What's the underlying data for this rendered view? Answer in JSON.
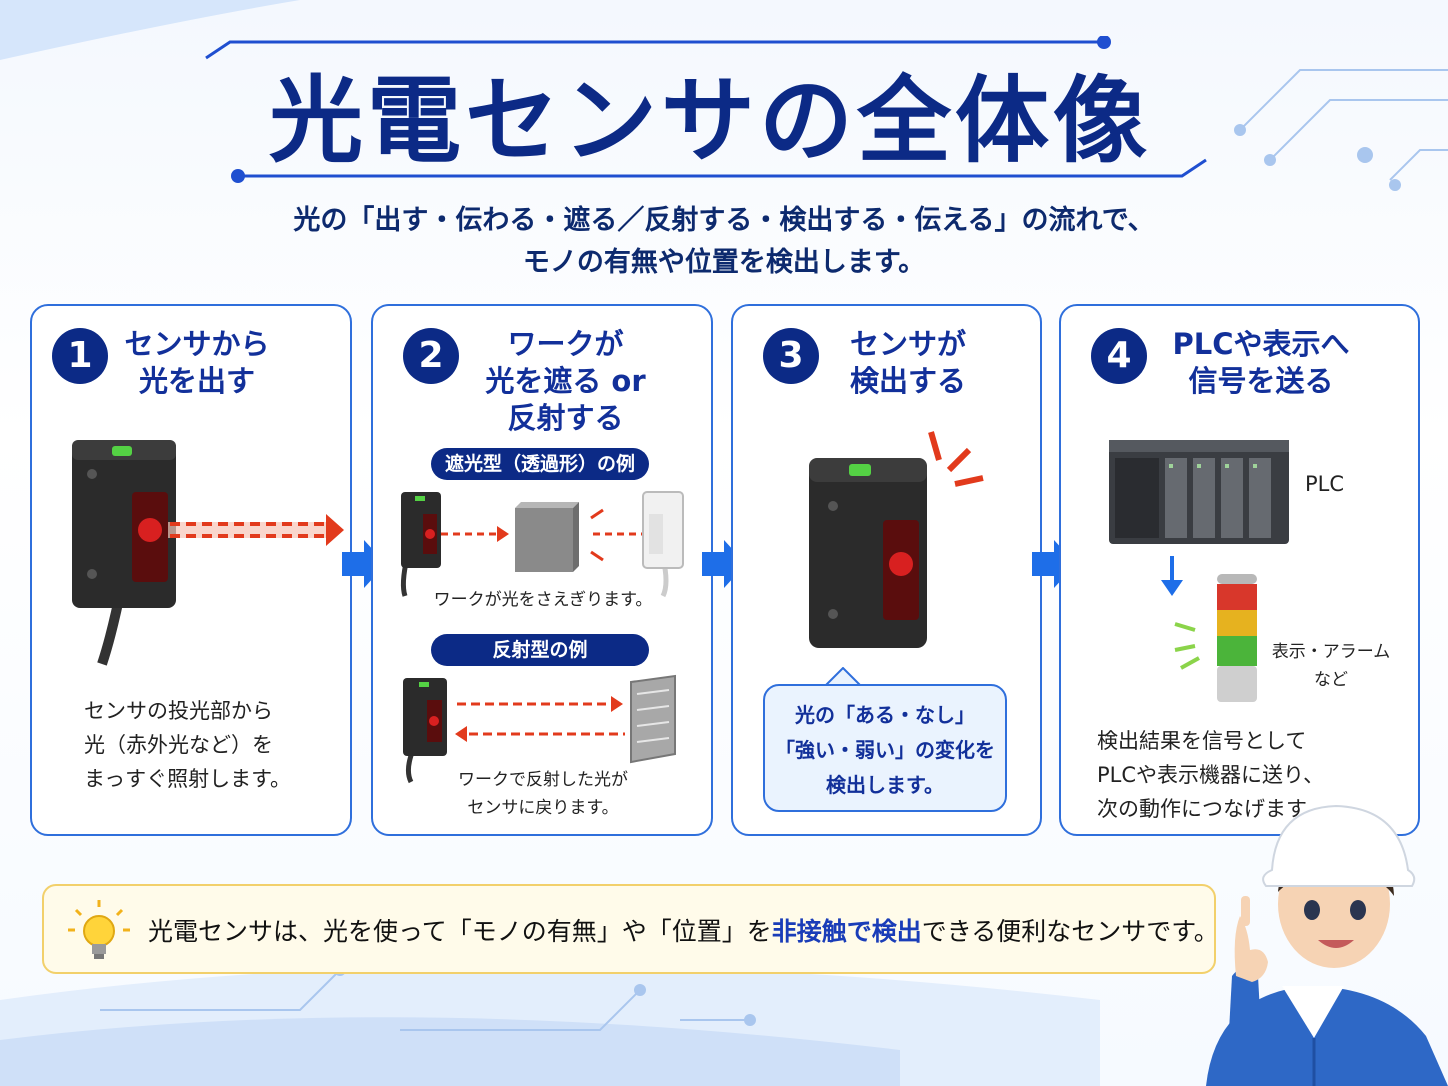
{
  "title": "光電センサの全体像",
  "subtitle": {
    "line1": "光の「出す・伝わる・遮る／反射する・検出する・伝える」の流れで、",
    "line2": "モノの有無や位置を検出します。"
  },
  "steps": [
    {
      "number": "1",
      "title": "センサから\n光を出す",
      "desc": "センサの投光部から\n光（赤外光など）を\nまっすぐ照射します。"
    },
    {
      "number": "2",
      "title": "ワークが\n光を遮る or\n反射する",
      "example1_label": "遮光型（透過形）の例",
      "example1_caption": "ワークが光をさえぎります。",
      "example2_label": "反射型の例",
      "example2_caption": "ワークで反射した光が\nセンサに戻ります。"
    },
    {
      "number": "3",
      "title": "センサが\n検出する",
      "bubble": "光の「ある・なし」\n「強い・弱い」の変化を\n検出します。"
    },
    {
      "number": "4",
      "title": "PLCや表示へ\n信号を送る",
      "plc_label": "PLC",
      "tower_label": "表示・アラーム\nなど",
      "desc": "検出結果を信号として\nPLCや表示機器に送り、\n次の動作につなげます。"
    }
  ],
  "summary": {
    "before": "光電センサは、光を使って「モノの有無」や「位置」を",
    "highlight": "非接触で検出",
    "after": "できる便利なセンサです。"
  },
  "colors": {
    "navy": "#0c2a86",
    "accent_blue": "#2f6fdc",
    "laser_red": "#e23a1c",
    "summary_bg": "#fffbea"
  },
  "icons": [
    "lightbulb-icon",
    "arrow-right-icon",
    "arrow-down-icon",
    "photoelectric-sensor-icon",
    "plc-icon",
    "signal-tower-icon",
    "worker-character"
  ]
}
